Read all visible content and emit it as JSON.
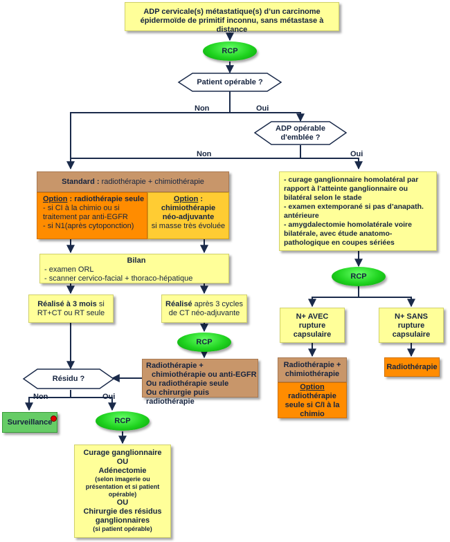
{
  "title": {
    "line1": "ADP cervicale(s) métastatique(s) d’un carcinome",
    "line2": "épidermoïde de primitif inconnu, sans métastase à distance"
  },
  "rcp": "RCP",
  "decisions": {
    "operable": "Patient opérable ?",
    "adp_operable_1": "ADP opérable",
    "adp_operable_2": "d'emblée ?",
    "residu": "Résidu ?"
  },
  "labels": {
    "non": "Non",
    "oui": "Oui"
  },
  "standard": {
    "bold": "Standard :",
    "text": " radiothérapie + chimiothérapie"
  },
  "option_rt": {
    "head_u": "Option",
    "head_b": " : radiothérapie seule",
    "items": [
      "- si CI à la chimio ou si",
      "traitement par anti-EGFR",
      "- si N1(après cytoponction)"
    ]
  },
  "option_neo": {
    "head_u": "Option",
    "head_b": " :",
    "line2": "chimiothérapie",
    "line3": "néo-adjuvante",
    "line4": "si masse très évoluée"
  },
  "bilan": {
    "title": "Bilan",
    "items": [
      "- examen ORL",
      "- scanner cervico-facial + thoraco-hépatique"
    ]
  },
  "realise_3mois": {
    "bold": "Réalisé à 3 mois",
    "rest1": " si",
    "line2": "RT+CT ou RT seule"
  },
  "realise_cycles": {
    "bold": "Réalisé",
    "rest1": " après 3 cycles",
    "line2": "de CT néo-adjuvante"
  },
  "radio_combo": [
    "Radiothérapie +",
    "chimiothérapie ou anti-EGFR",
    "Ou radiothérapie seule",
    "Ou chirurgie puis radiothérapie"
  ],
  "surveillance": "Surveillance",
  "curage_final": {
    "l1": "Curage ganglionnaire",
    "l2": "OU",
    "l3": "Adénectomie",
    "s1": "(selon imagerie ou",
    "s2": "présentation et si patient",
    "s3": "opérable)",
    "l4": "OU",
    "l5": "Chirurgie des résidus",
    "l6": "ganglionnaires",
    "s4": "(si patient opérable)"
  },
  "curage_right": [
    "- curage ganglionnaire homolatéral par",
    "rapport à l’atteinte ganglionnaire ou",
    "bilatéral selon le stade",
    "- examen extemporané si pas d’anapath.",
    "antérieure",
    "- amygdalectomie homolatérale voire",
    "bilatérale, avec étude anatomo-",
    "pathologique en coupes sériées"
  ],
  "n_avec": [
    "N+ AVEC",
    "rupture",
    "capsulaire"
  ],
  "n_sans": [
    "N+ SANS",
    "rupture",
    "capsulaire"
  ],
  "radio_chimio": [
    "Radiothérapie +",
    "chimiothérapie"
  ],
  "option_right": {
    "head": "Option",
    "lines": [
      "radiothérapie",
      "seule si C/I à la",
      "chimio"
    ]
  },
  "radiotherapie": "Radiothérapie",
  "colors": {
    "yellow": "#ffff99",
    "brown": "#c8966a",
    "orange": "#ff8c00",
    "green": "#66cc66",
    "line": "#1a2a4a"
  }
}
